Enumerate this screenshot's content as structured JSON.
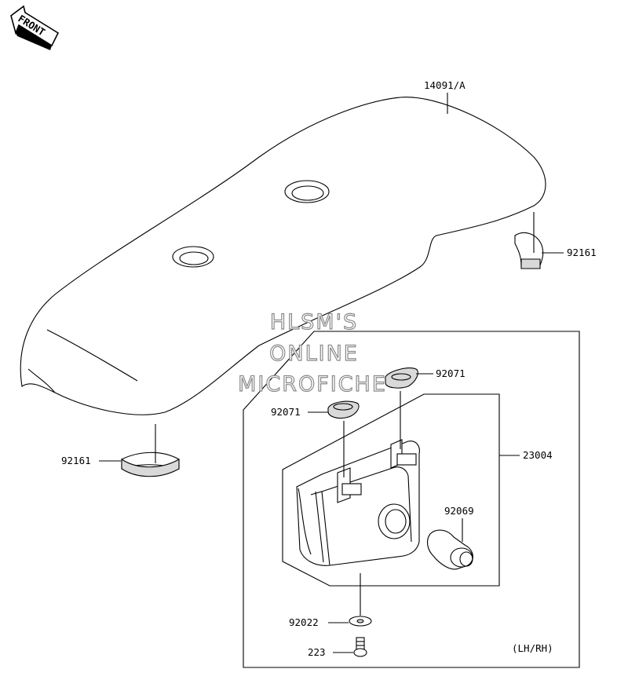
{
  "front_badge": "FRONT",
  "parts": {
    "cover": "14091/A",
    "grommet_right": "92161",
    "grommet_left": "92161",
    "seal_upper": "92071",
    "seal_lower": "92071",
    "assembly": "23004",
    "bulb": "92069",
    "washer": "92022",
    "screw": "223"
  },
  "note": "(LH/RH)",
  "watermark": [
    "HLSM'S",
    "ONLINE",
    "MICROFICHE"
  ]
}
